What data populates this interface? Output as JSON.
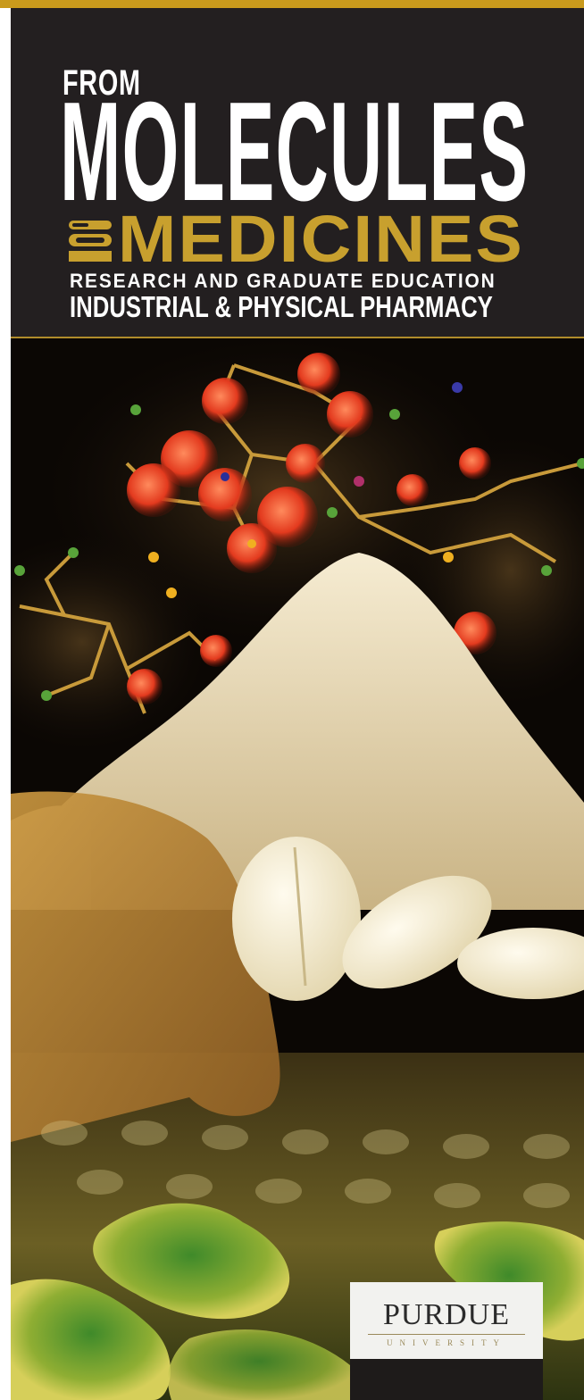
{
  "cover": {
    "title_from": "FROM",
    "title_molecules": "MOLECULES",
    "title_medicines": "MEDICINES",
    "subtitle_1": "RESEARCH AND GRADUATE EDUCATION",
    "subtitle_2": "INDUSTRIAL & PHYSICAL PHARMACY",
    "to_mark": "TO"
  },
  "logo": {
    "name": "PURDUE",
    "university": "UNIVERSITY"
  },
  "colors": {
    "gold": "#c99a1c",
    "header_bg": "#231f20",
    "medicines_gold": "#c8a02e"
  }
}
